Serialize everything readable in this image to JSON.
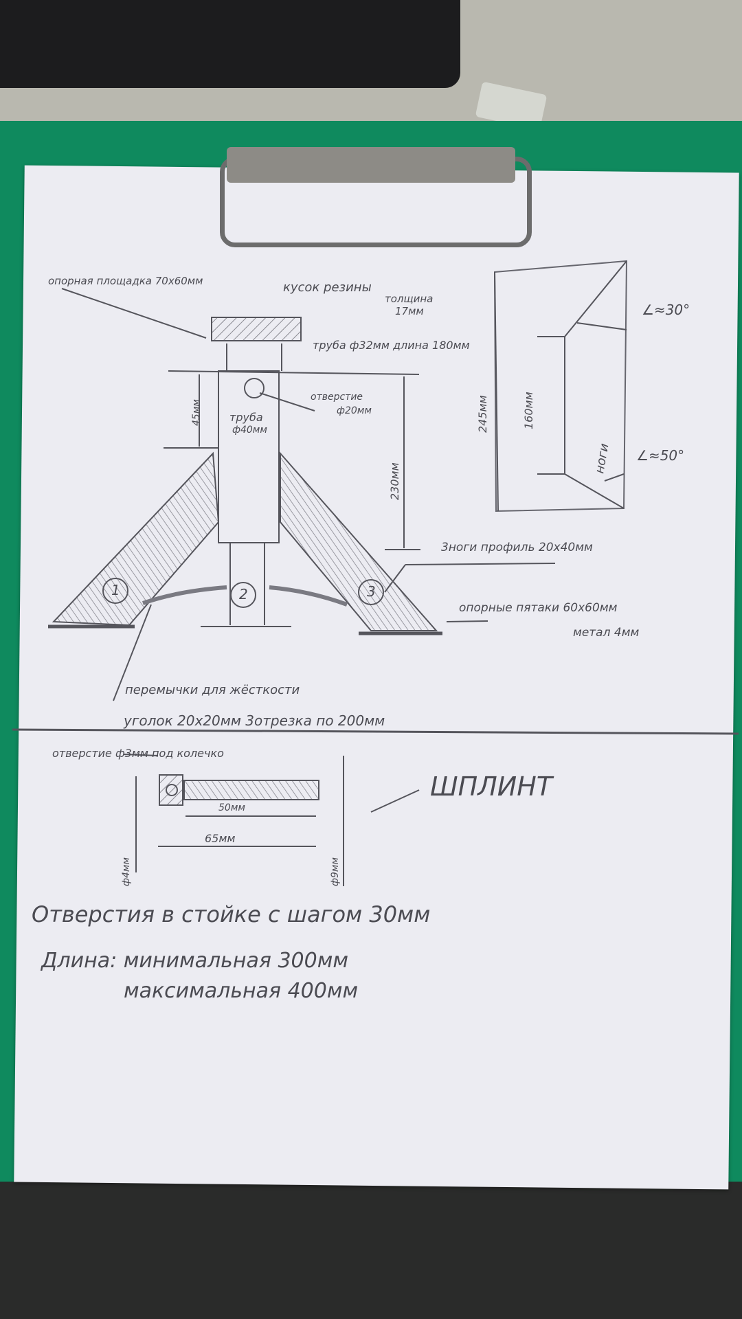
{
  "drawing": {
    "top_labels": {
      "support_pad": "опорная площадка 70х60мм",
      "rubber": "кусок резины",
      "rubber_thickness_1": "толщина",
      "rubber_thickness_2": "17мм",
      "tube_top": "труба ф32мм длина 180мм",
      "hole": "отверстие ф20мм",
      "hole_1": "отверстие",
      "hole_2": "ф20мм",
      "tube_40": "труба ф40мм",
      "tube_40_1": "труба",
      "tube_40_2": "ф40мм",
      "dim_45": "45мм",
      "dim_230": "230мм",
      "legs": "3ноги профиль 20х40мм",
      "feet": "опорные пятаки 60х60мм",
      "feet_metal": "метал 4мм",
      "stiffeners": "перемычки для жёсткости",
      "angle_cut": "уголок 20х20мм 3отрезка по 200мм",
      "leg_numbers": [
        "1",
        "2",
        "3"
      ]
    },
    "side_view": {
      "dim_245": "245мм",
      "dim_160": "160мм",
      "angle_30": "∠≈30°",
      "angle_50": "∠≈50°",
      "legs_word": "ноги"
    },
    "pin": {
      "hole_label": "отверстие ф3мм под колечко",
      "dim_50": "50мм",
      "dim_65": "65мм",
      "dim_d4": "ф4мм",
      "dim_d9": "ф9мм",
      "title": "ШПЛИНТ"
    },
    "notes": {
      "line1": "Отверстия в стойке с шагом 30мм",
      "line2": "Длина: минимальная 300мм",
      "line3": "максимальная 400мм"
    }
  }
}
